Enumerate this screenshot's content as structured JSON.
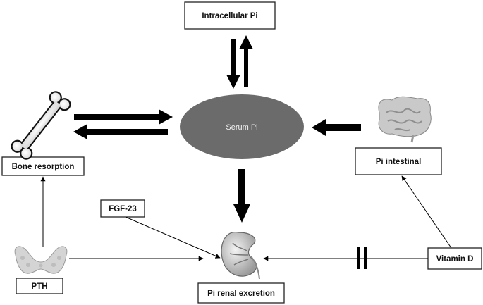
{
  "nodes": {
    "intracellular": {
      "label": "Intracellular Pi"
    },
    "serum": {
      "label": "Serum Pi"
    },
    "bone": {
      "label": "Bone resorption"
    },
    "intestinal": {
      "label": "Pi intestinal"
    },
    "fgf23": {
      "label": "FGF-23"
    },
    "pth": {
      "label": "PTH"
    },
    "vitamin_d": {
      "label": "Vitamin D"
    },
    "renal": {
      "label": "Pi renal excretion"
    }
  },
  "icons": {
    "bone": "bone-icon",
    "intestine": "intestine-icon",
    "thyroid": "thyroid-gland-icon",
    "kidney": "kidney-icon"
  },
  "colors": {
    "ellipse_fill": "#6b6b6b",
    "arrow": "#000000",
    "box_border": "#222222"
  }
}
